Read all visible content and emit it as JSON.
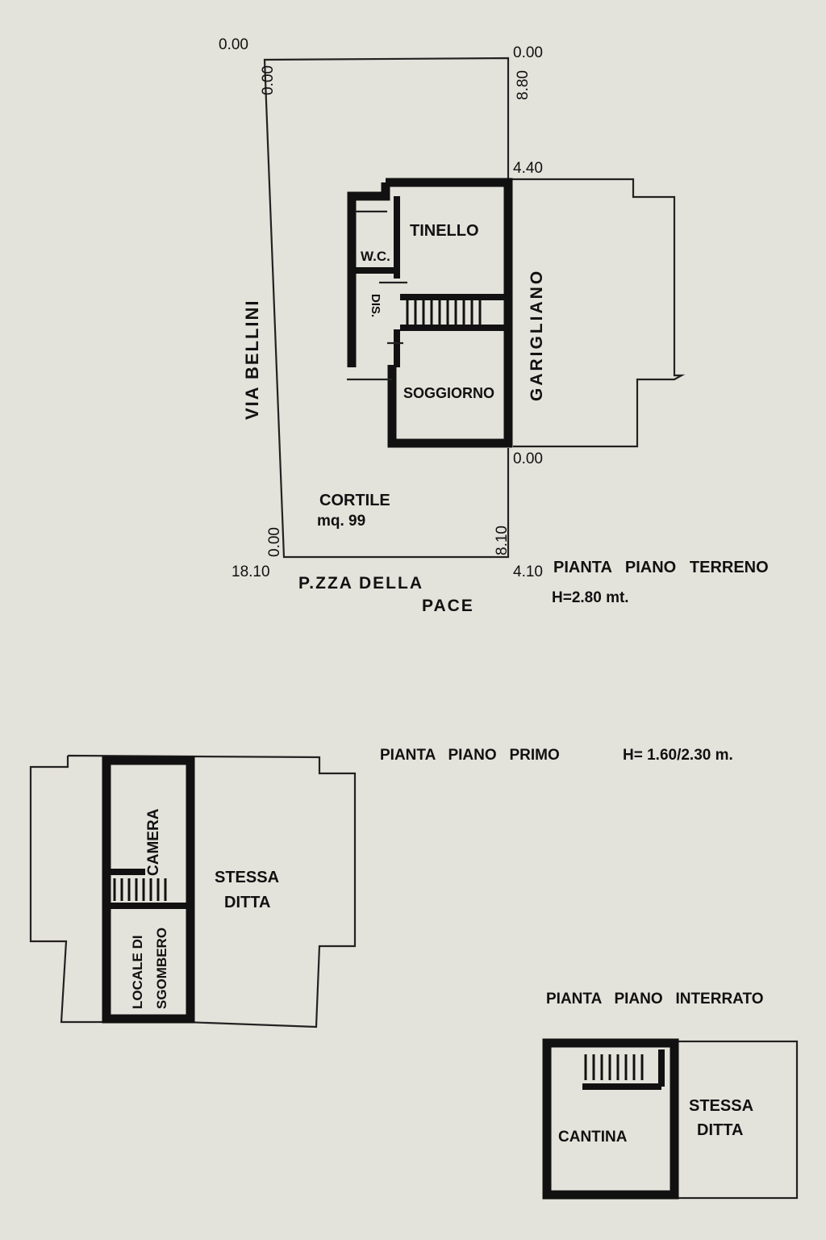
{
  "ground_floor": {
    "plan_label": "PIANTA   PIANO   TERRENO",
    "height_note": "H=2.80 mt.",
    "street_west": "VIA   BELLINI",
    "street_east": "GARIGLIANO",
    "square_line1": "P.ZZA  DELLA",
    "square_line2": "PACE",
    "rooms": {
      "tinello": "TINELLO",
      "wc": "W.C.",
      "dis": "DIS.",
      "soggiorno": "SOGGIORNO",
      "cortile": "CORTILE",
      "cortile_area": "mq. 99"
    },
    "dims": {
      "top_left": "0.00",
      "top_left_vertical": "0.00",
      "top_right": "0.00",
      "top_right_vertical": "8.80",
      "mid_right": "4.40",
      "lower_right": "0.00",
      "bottom_right_vertical": "8.10",
      "bottom_left_vertical": "0.00",
      "bottom_left": "18.10",
      "bottom_right": "4.10"
    }
  },
  "first_floor": {
    "plan_label": "PIANTA   PIANO   PRIMO",
    "height_note": "H= 1.60/2.30 m.",
    "rooms": {
      "camera": "CAMERA",
      "locale_line1": "LOCALE DI",
      "locale_line2": "SGOMBERO",
      "stessa_line1": "STESSA",
      "stessa_line2": "DITTA"
    }
  },
  "basement": {
    "plan_label": "PIANTA   PIANO   INTERRATO",
    "rooms": {
      "cantina": "CANTINA",
      "stessa_line1": "STESSA",
      "stessa_line2": "DITTA"
    }
  }
}
